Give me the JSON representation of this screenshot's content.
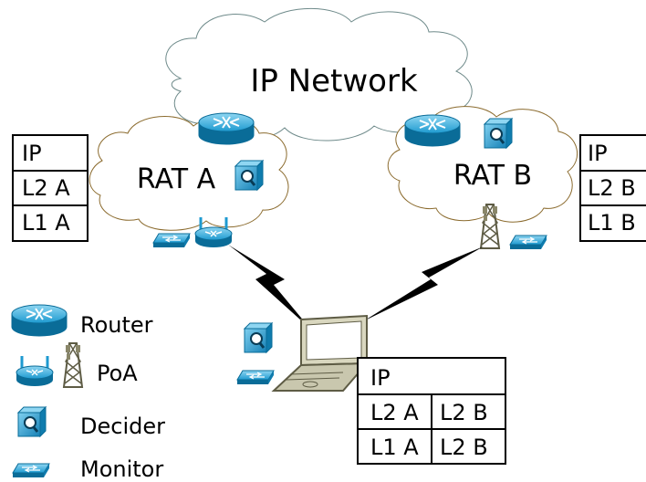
{
  "cloud_ip_label": "IP Network",
  "cloud_rat_a_label": "RAT A",
  "cloud_rat_b_label": "RAT B",
  "stack_a": [
    "IP",
    "L2 A",
    "L1 A"
  ],
  "stack_b": [
    "IP",
    "L2 B",
    "L1 B"
  ],
  "terminal_stack": {
    "top": "IP",
    "row2": [
      "L2 A",
      "L2 B"
    ],
    "row3": [
      "L1 A",
      "L2 B"
    ]
  },
  "legend": {
    "router": "Router",
    "poa": "PoA",
    "decider": "Decider",
    "monitor": "Monitor"
  },
  "colors": {
    "cloud_ip_stroke": "#6e8a8a",
    "cloud_rat_stroke": "#8b6b2e",
    "device_blue": "#1e9ad0",
    "device_light": "#8fd6f2",
    "device_dark": "#0a6c98",
    "lightning": "#000000",
    "laptop_fill": "#c9c7ae",
    "laptop_stroke": "#5e5c45"
  },
  "icons": [
    "router-icon",
    "poa-icon",
    "tower-icon",
    "decider-icon",
    "monitor-icon",
    "laptop-icon",
    "lightning-icon"
  ]
}
